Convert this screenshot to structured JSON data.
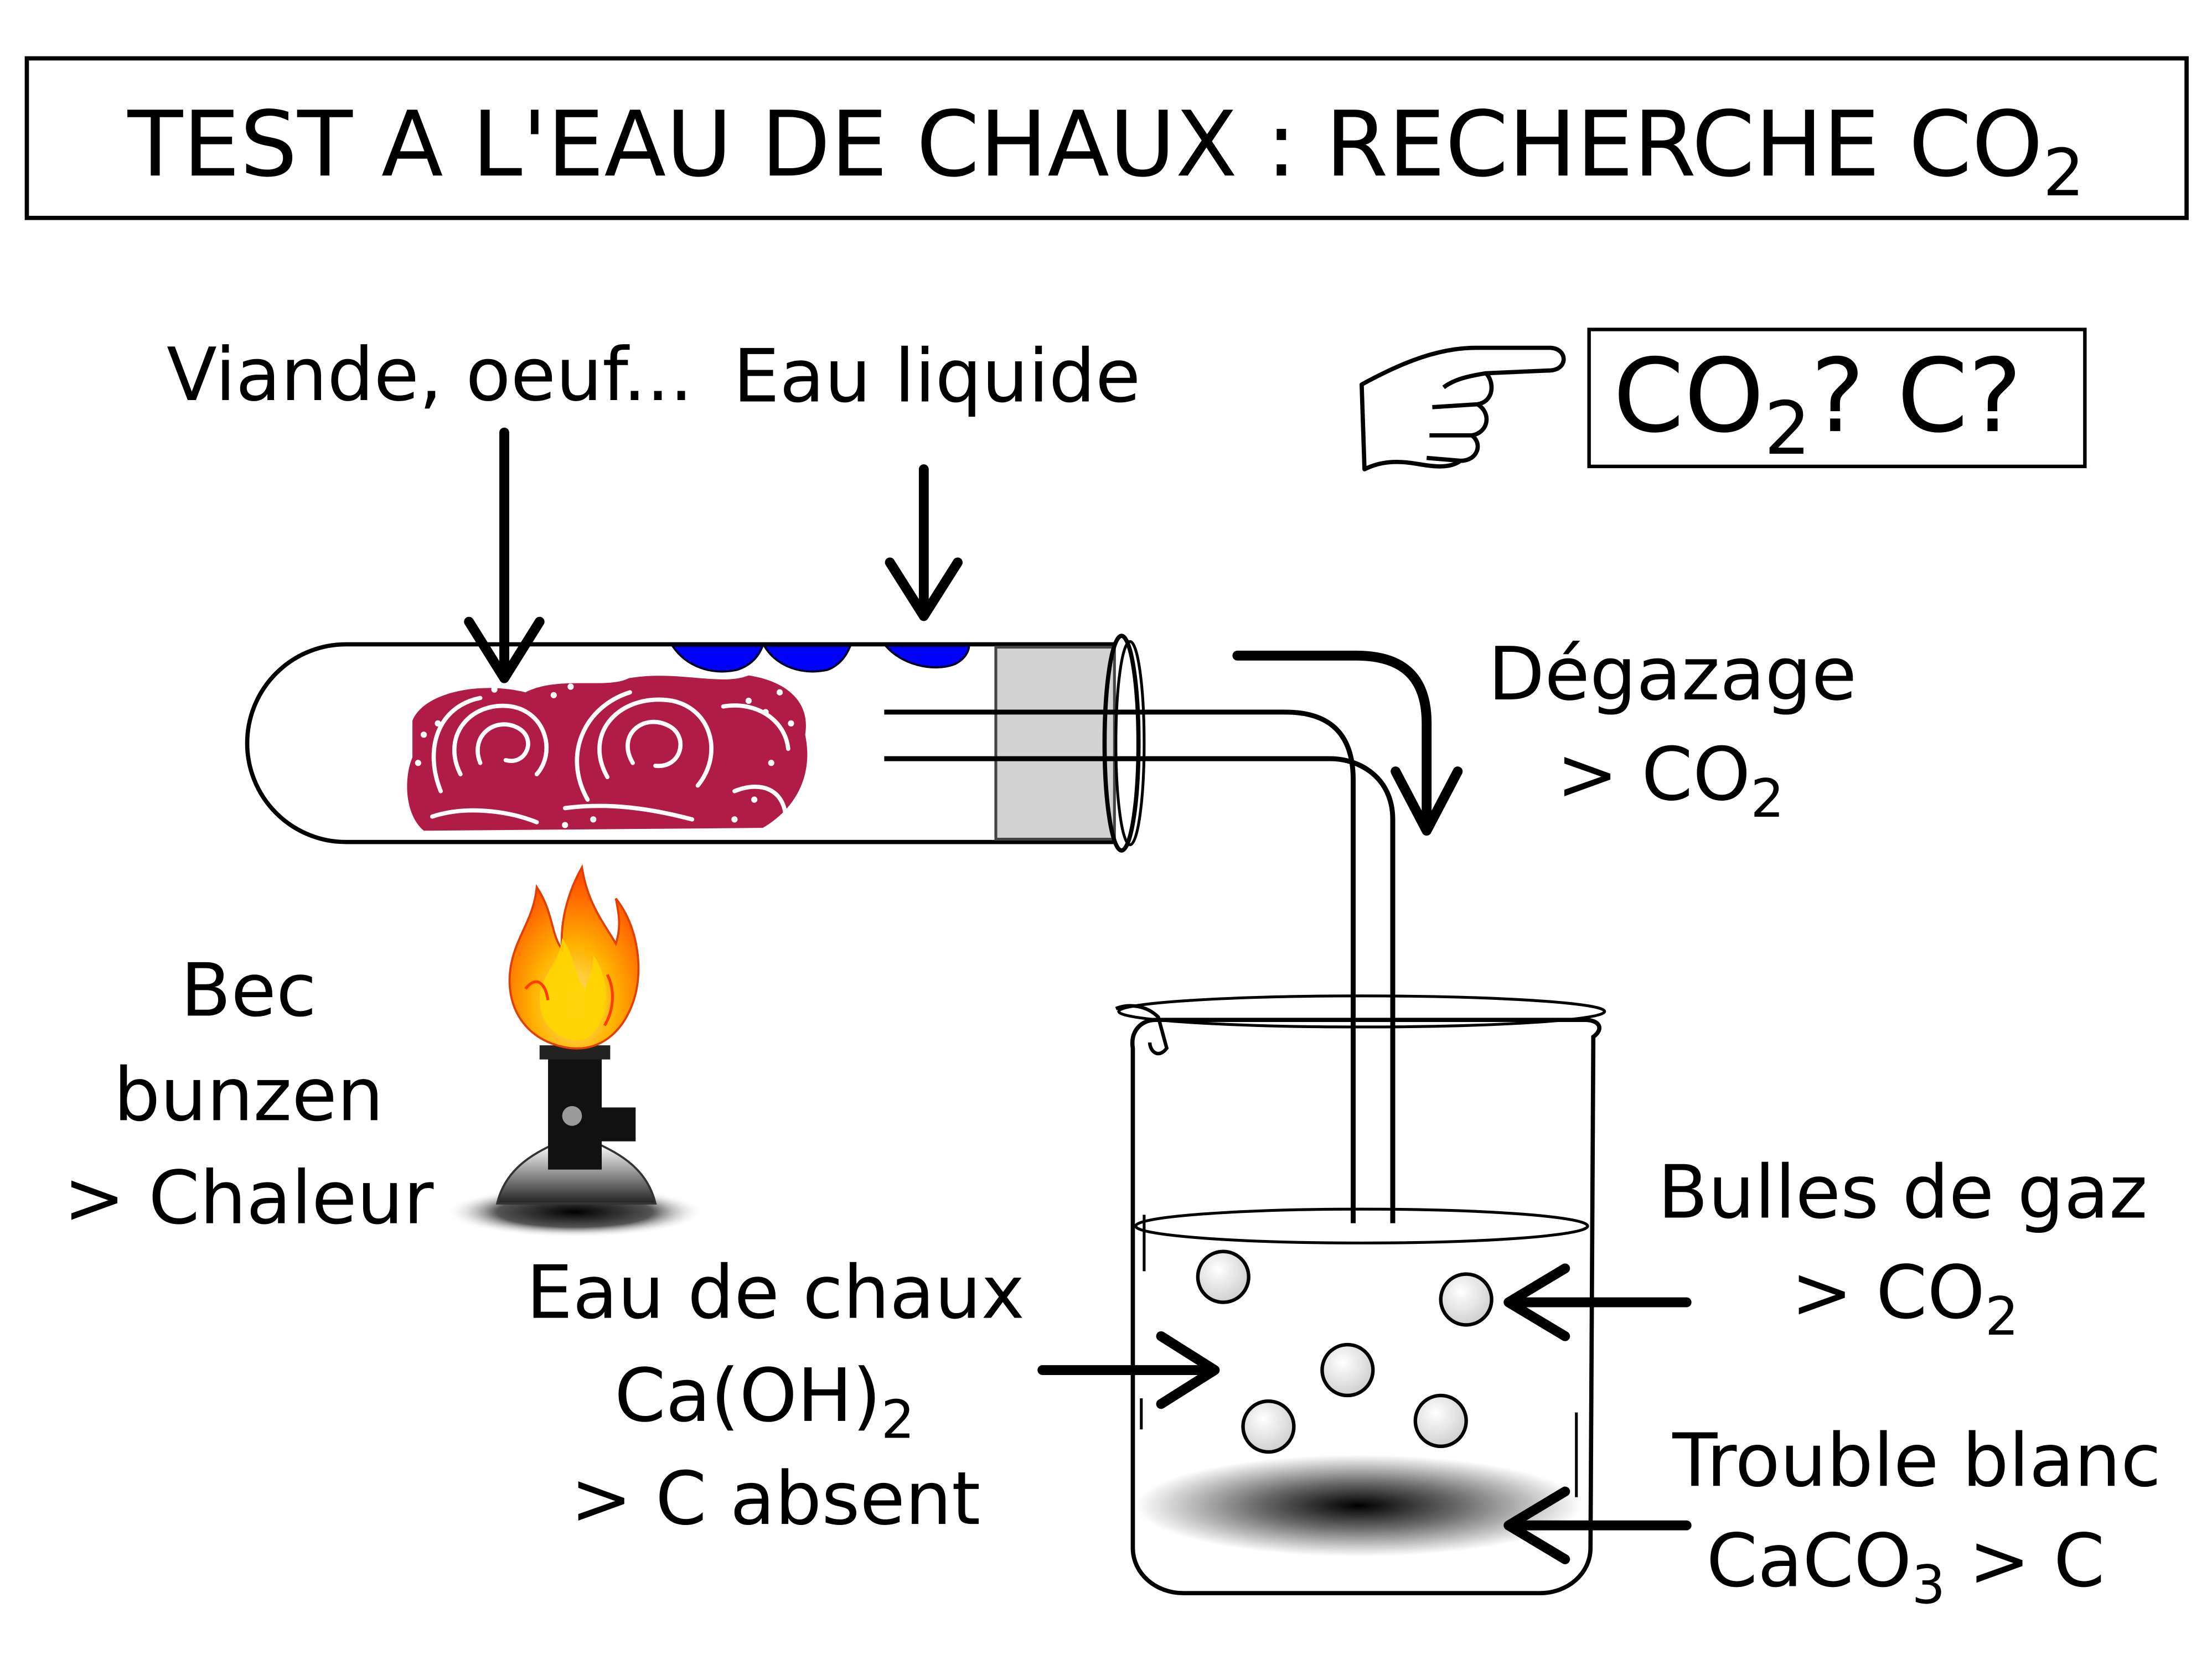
{
  "title": {
    "text": "TEST A L'EAU DE CHAUX : RECHERCHE CO",
    "sub": "2"
  },
  "question": {
    "part1": "CO",
    "part1_sub": "2",
    "part2": "? C?"
  },
  "labels": {
    "viande": "Viande, oeuf...",
    "eau_liquide": "Eau liquide",
    "degazage_line1": "Dégazage",
    "degazage_line2": "> CO",
    "degazage_sub": "2",
    "bec_line1": "Bec",
    "bec_line2": "bunzen",
    "bec_line3": "> Chaleur",
    "eau_chaux_line1": "Eau de chaux",
    "eau_chaux_line2": "Ca(OH)",
    "eau_chaux_sub": "2",
    "eau_chaux_line3": "> C absent",
    "bulles_line1": "Bulles de gaz",
    "bulles_line2": "> CO",
    "bulles_sub": "2",
    "trouble_line1": "Trouble blanc",
    "trouble_line2a": "CaCO",
    "trouble_sub": "3",
    "trouble_line2b": " > C"
  },
  "colors": {
    "meat": "#b01c45",
    "water_drops": "#0000ff",
    "stopper": "#d3d3d3",
    "flame_outer": "#ff6a00",
    "flame_inner": "#ffd000",
    "precipitate_center": "#000000"
  },
  "icons": {
    "pointing_hand": "pointing-hand-icon",
    "flame": "flame-icon"
  }
}
